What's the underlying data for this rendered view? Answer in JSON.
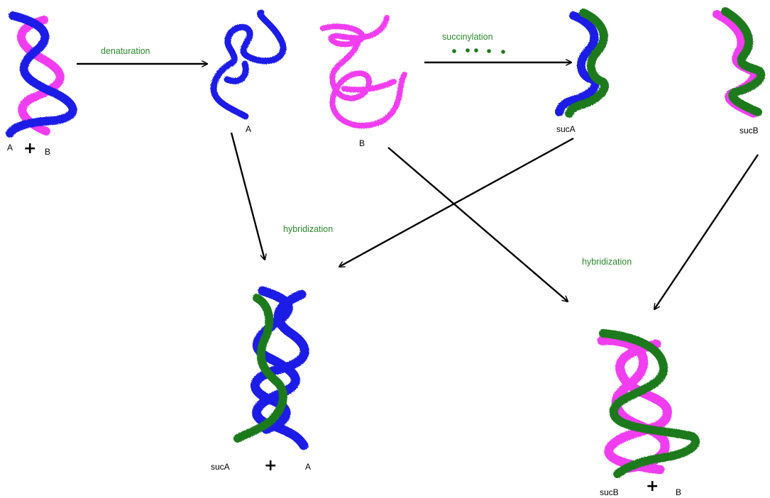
{
  "colors": {
    "strand_A": "#1a1ae6",
    "strand_B": "#f03cf0",
    "succinylated": "#1a7a1a",
    "arrow": "#000000",
    "process_text": "#2a8a2a"
  },
  "labels": {
    "native_A": "A",
    "native_plus": "+",
    "native_B": "B",
    "denatured_A": "A",
    "denatured_B": "B",
    "sucA": "sucA",
    "sucB": "sucB",
    "hybrid1_sucA": "sucA",
    "hybrid1_plus": "+",
    "hybrid1_A": "A",
    "hybrid2_sucB": "sucB",
    "hybrid2_plus": "+",
    "hybrid2_B": "B"
  },
  "processes": {
    "denaturation": "denaturation",
    "succinylation": "succinylation",
    "hybridization_left": "hybridization",
    "hybridization_right": "hybridization"
  }
}
